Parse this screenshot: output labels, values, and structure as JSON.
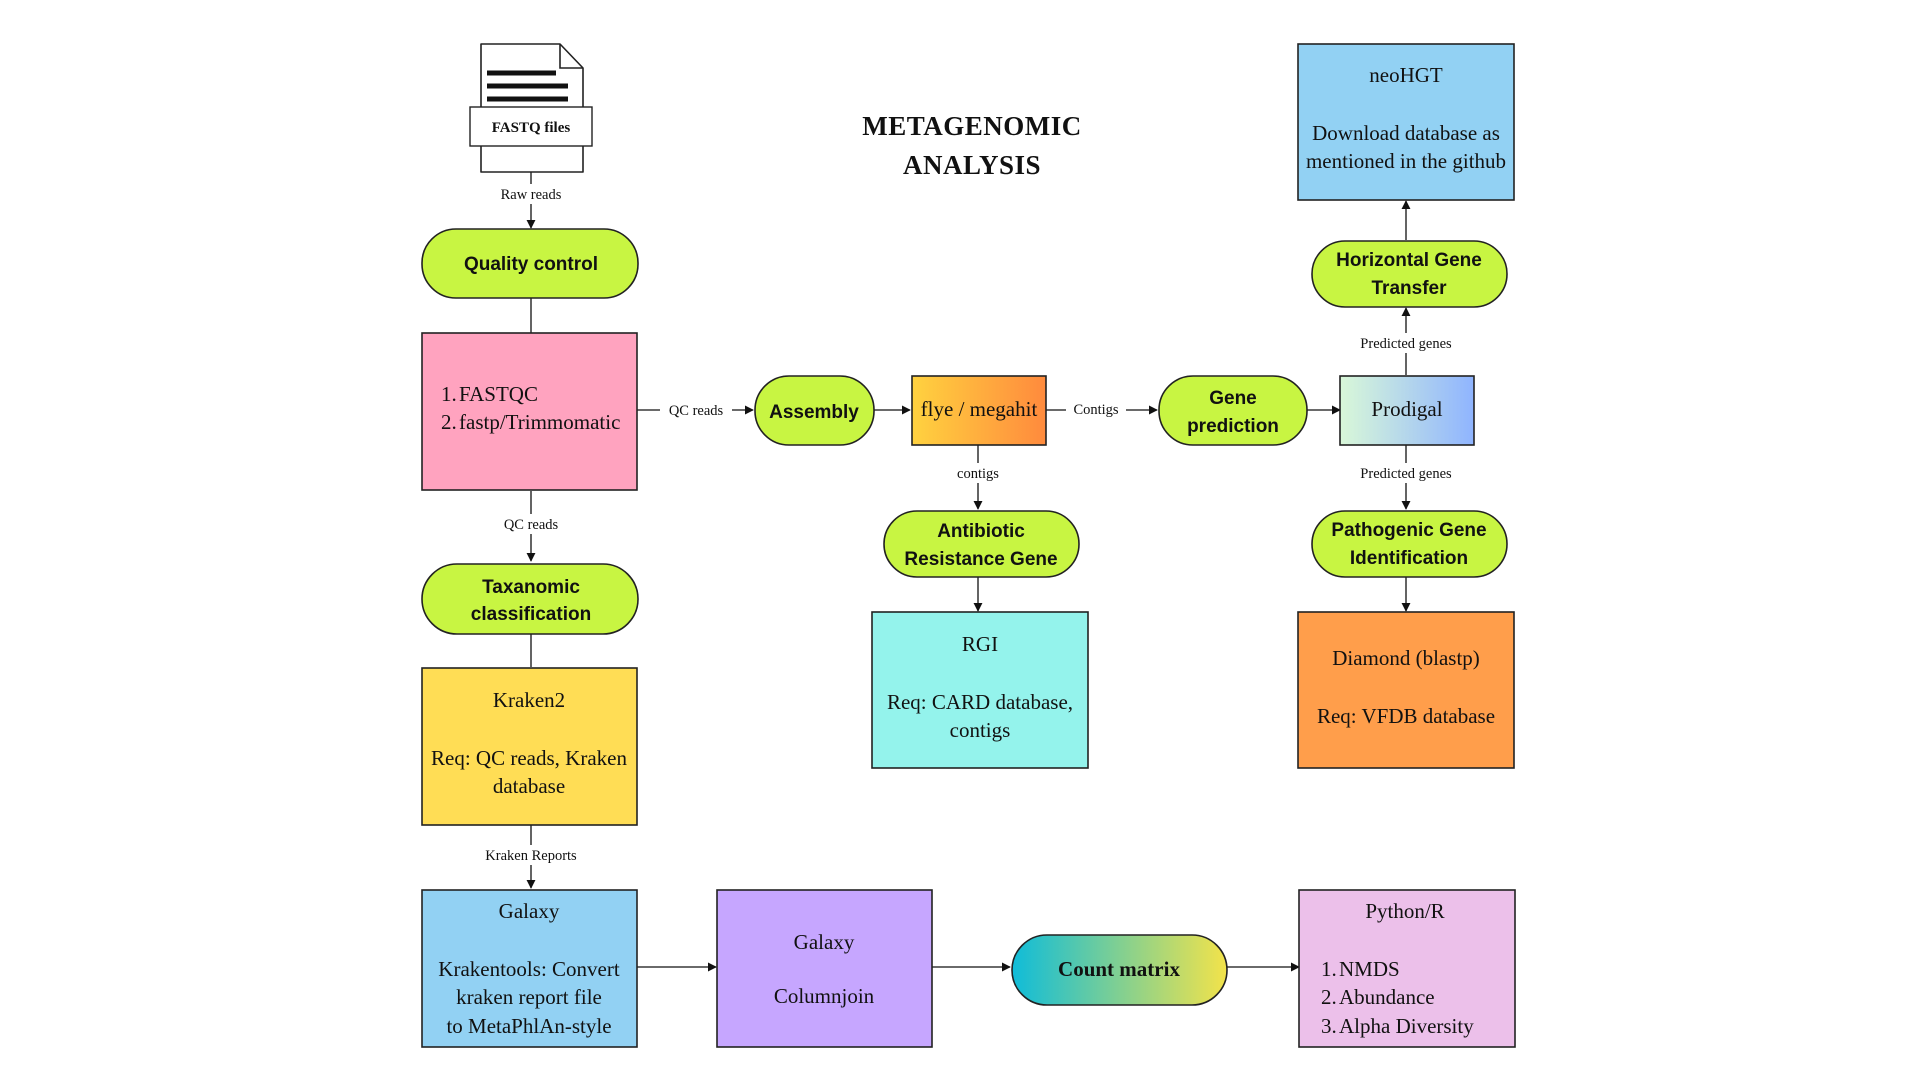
{
  "title": {
    "line1": "METAGENOMIC",
    "line2": "ANALYSIS"
  },
  "input_file": {
    "label": "FASTQ files",
    "icon": "document-icon"
  },
  "edge_labels": {
    "raw_reads": "Raw reads",
    "qc_reads_right": "QC reads",
    "qc_reads_down": "QC reads",
    "contigs_right": "Contigs",
    "contigs_down": "contigs",
    "predicted_genes_up": "Predicted genes",
    "predicted_genes_down": "Predicted genes",
    "kraken_reports": "Kraken Reports"
  },
  "steps": {
    "quality_control": "Quality control",
    "assembly": "Assembly",
    "gene_prediction": {
      "line1": "Gene",
      "line2": "prediction"
    },
    "horizontal_gene_transfer": {
      "line1": "Horizontal Gene",
      "line2": "Transfer"
    },
    "antibiotic_resistance_gene": {
      "line1": "Antibiotic",
      "line2": "Resistance Gene"
    },
    "pathogenic_gene_identification": {
      "line1": "Pathogenic Gene",
      "line2": "Identification"
    },
    "taxanomic_classification": {
      "line1": "Taxanomic",
      "line2": "classification"
    },
    "count_matrix": "Count matrix"
  },
  "tools": {
    "qc_tools": {
      "item1_num": "1.",
      "item1": "FASTQC",
      "item2_num": "2.",
      "item2": "fastp/Trimmomatic"
    },
    "assembler": "flye / megahit",
    "prodigal": "Prodigal",
    "neohgt": {
      "name": "neoHGT",
      "line1": "Download database as",
      "line2": "mentioned in the github"
    },
    "rgi": {
      "name": "RGI",
      "line1": "Req: CARD database,",
      "line2": "contigs"
    },
    "diamond": {
      "name": "Diamond (blastp)",
      "line1": "Req: VFDB database"
    },
    "kraken2": {
      "name": "Kraken2",
      "line1": "Req: QC reads, Kraken",
      "line2": "database"
    },
    "galaxy_krakentools": {
      "name": "Galaxy",
      "line1": "Krakentools: Convert",
      "line2": "kraken report file",
      "line3": "to MetaPhlAn-style"
    },
    "galaxy_columnjoin": {
      "name": "Galaxy",
      "line1": "Columnjoin"
    },
    "python_r": {
      "name": "Python/R",
      "item1_num": "1.",
      "item1": "NMDS",
      "item2_num": "2.",
      "item2": "Abundance",
      "item3_num": "3.",
      "item3": "Alpha Diversity"
    }
  },
  "colors": {
    "pill_green": "#c8f542",
    "pink": "#ffa3bf",
    "sky_blue": "#92d1f3",
    "cyan": "#94f3ec",
    "orange": "#ff9e4b",
    "yellow": "#ffdd55",
    "purple": "#c6a6ff",
    "lavender": "#ecc0ea"
  }
}
